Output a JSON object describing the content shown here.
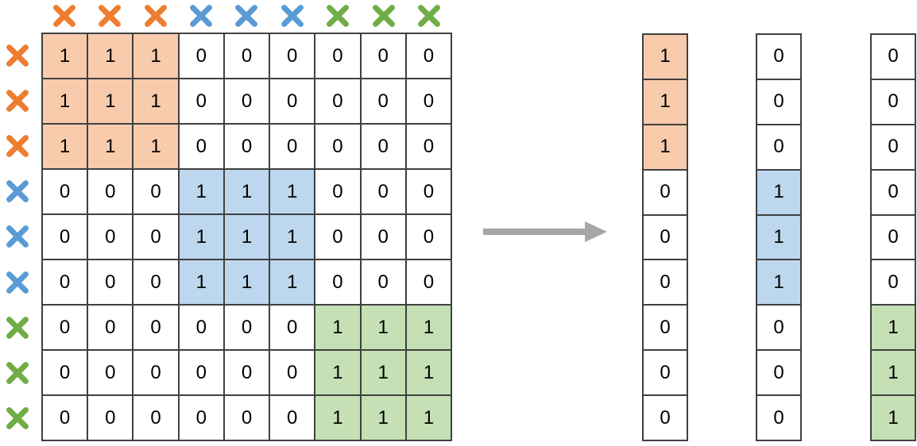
{
  "colors": {
    "orange": {
      "mark": "#ED7D31",
      "fill": "#F8CBAD"
    },
    "blue": {
      "mark": "#5B9BD5",
      "fill": "#BDD7EE"
    },
    "green": {
      "mark": "#70AD47",
      "fill": "#C5E0B4"
    },
    "arrow": "#A6A6A6",
    "grid_line": "#404040",
    "cell_background": "#FFFFFF",
    "text": "#000000"
  },
  "matrix": {
    "column_marks": [
      "orange",
      "orange",
      "orange",
      "blue",
      "blue",
      "blue",
      "green",
      "green",
      "green"
    ],
    "row_marks": [
      "orange",
      "orange",
      "orange",
      "blue",
      "blue",
      "blue",
      "green",
      "green",
      "green"
    ],
    "rows": [
      [
        1,
        1,
        1,
        0,
        0,
        0,
        0,
        0,
        0
      ],
      [
        1,
        1,
        1,
        0,
        0,
        0,
        0,
        0,
        0
      ],
      [
        1,
        1,
        1,
        0,
        0,
        0,
        0,
        0,
        0
      ],
      [
        0,
        0,
        0,
        1,
        1,
        1,
        0,
        0,
        0
      ],
      [
        0,
        0,
        0,
        1,
        1,
        1,
        0,
        0,
        0
      ],
      [
        0,
        0,
        0,
        1,
        1,
        1,
        0,
        0,
        0
      ],
      [
        0,
        0,
        0,
        0,
        0,
        0,
        1,
        1,
        1
      ],
      [
        0,
        0,
        0,
        0,
        0,
        0,
        1,
        1,
        1
      ],
      [
        0,
        0,
        0,
        0,
        0,
        0,
        1,
        1,
        1
      ]
    ]
  },
  "vectors": [
    {
      "group": "orange",
      "values": [
        1,
        1,
        1,
        0,
        0,
        0,
        0,
        0,
        0
      ]
    },
    {
      "group": "blue",
      "values": [
        0,
        0,
        0,
        1,
        1,
        1,
        0,
        0,
        0
      ]
    },
    {
      "group": "green",
      "values": [
        0,
        0,
        0,
        0,
        0,
        0,
        1,
        1,
        1
      ]
    }
  ]
}
